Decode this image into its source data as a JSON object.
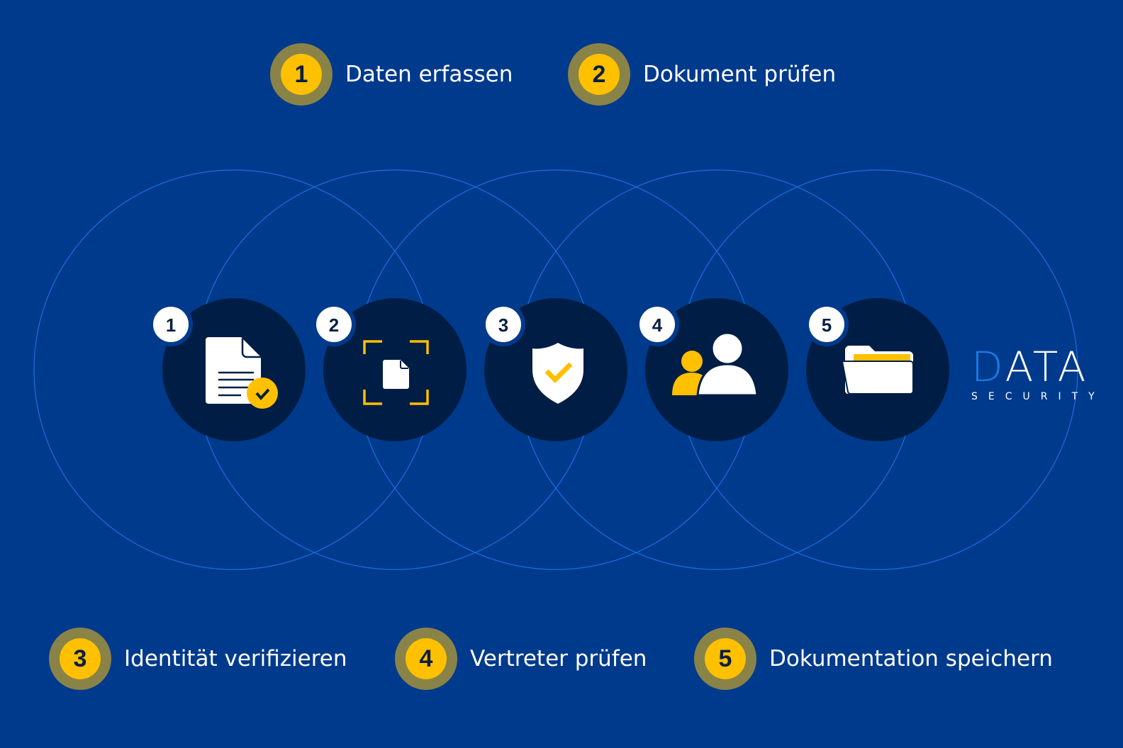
{
  "colors": {
    "background": "#003a8c",
    "node": "#001e45",
    "accent": "#ffc000",
    "ring": "#8a8348",
    "outline": "#1a6fe0"
  },
  "steps": [
    {
      "number": "1",
      "label": "Daten erfassen",
      "icon": "document-check-icon"
    },
    {
      "number": "2",
      "label": "Dokument prüfen",
      "icon": "document-scan-icon"
    },
    {
      "number": "3",
      "label": "Identität verifizieren",
      "icon": "shield-check-icon"
    },
    {
      "number": "4",
      "label": "Vertreter prüfen",
      "icon": "users-icon"
    },
    {
      "number": "5",
      "label": "Dokumentation speichern",
      "icon": "folder-icon"
    }
  ],
  "logo": {
    "word": "DATA",
    "sub": "SECURITY"
  }
}
